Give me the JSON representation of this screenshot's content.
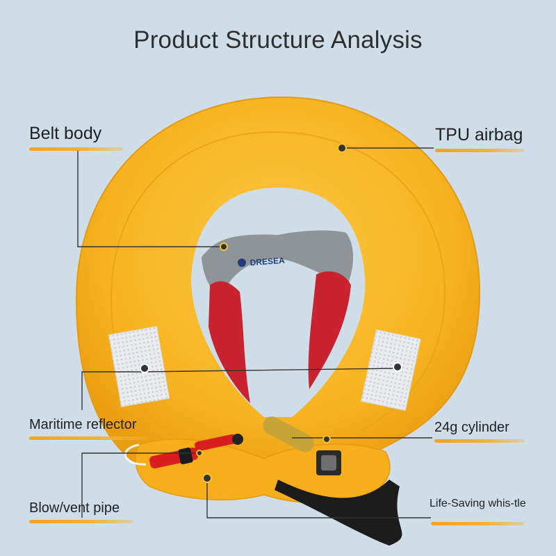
{
  "title": "Product Structure Analysis",
  "labels": {
    "belt_body": "Belt body",
    "tpu_airbag": "TPU airbag",
    "maritime_reflector": "Maritime reflector",
    "cylinder": "24g cylinder",
    "blow_vent_pipe": "Blow/vent pipe",
    "whistle": "Life-Saving whis-tle"
  },
  "brand_text": "DRESEA",
  "colors": {
    "background": "#cfdde9",
    "airbag": "#f6b21c",
    "collar_grey": "#8f9498",
    "collar_red": "#c8232e",
    "accent_underline": "#f5a020"
  }
}
